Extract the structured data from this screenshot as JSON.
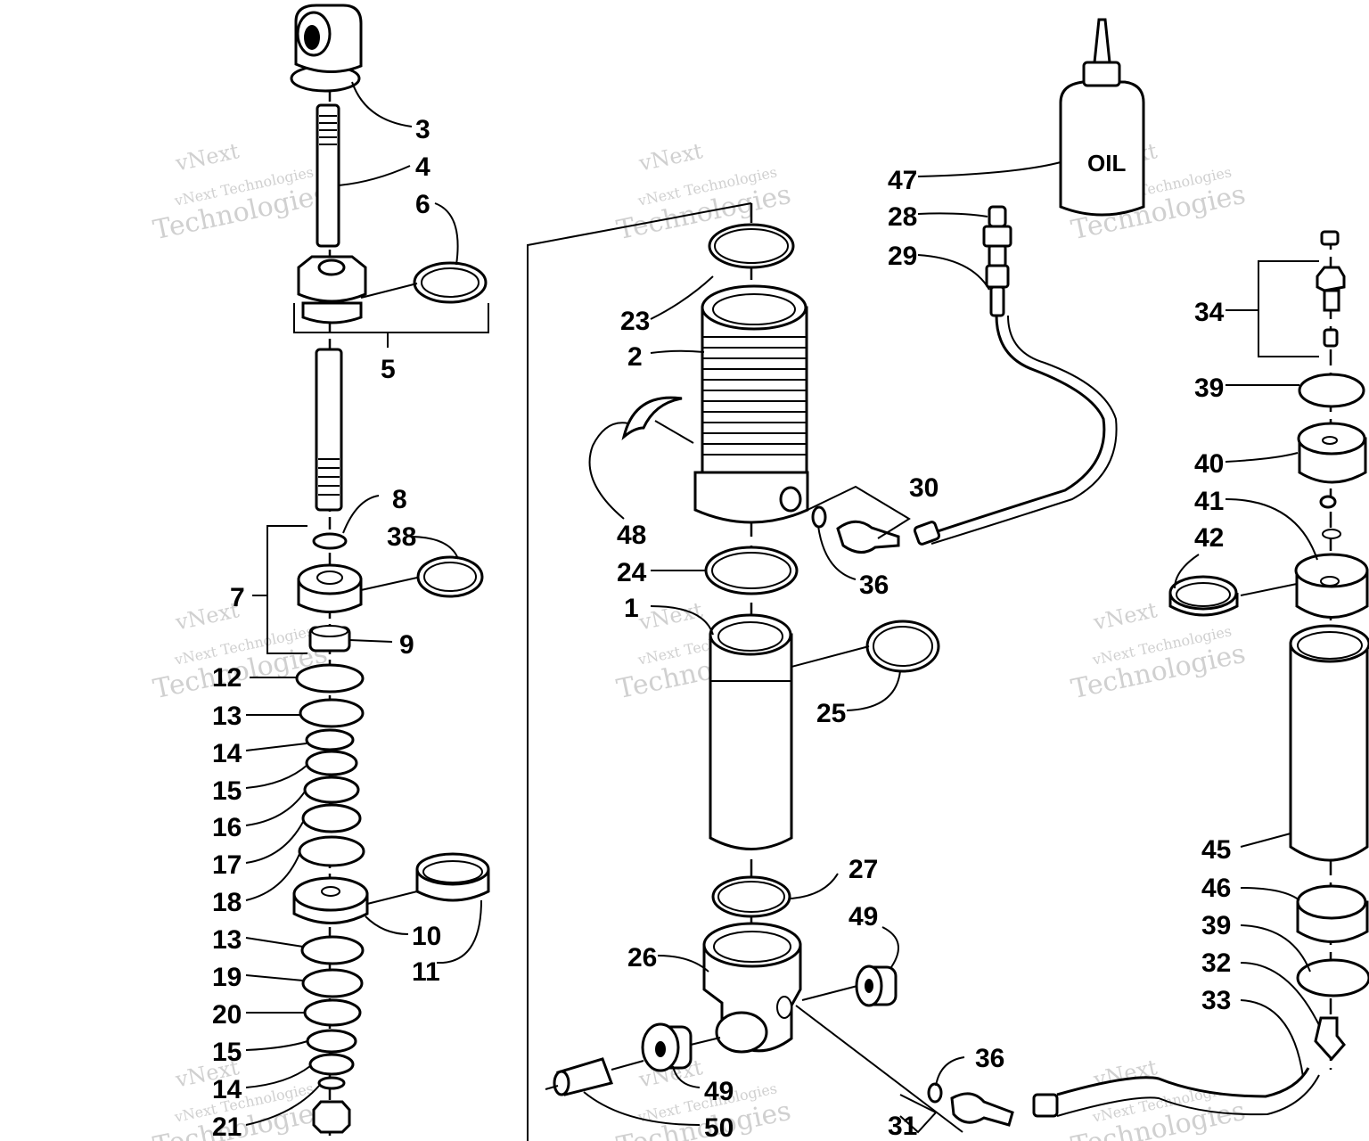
{
  "diagram": {
    "label_oil": "OIL",
    "callouts": [
      {
        "id": "c3",
        "text": "3"
      },
      {
        "id": "c4",
        "text": "4"
      },
      {
        "id": "c6",
        "text": "6"
      },
      {
        "id": "c5",
        "text": "5"
      },
      {
        "id": "c8",
        "text": "8"
      },
      {
        "id": "c38",
        "text": "38"
      },
      {
        "id": "c7",
        "text": "7"
      },
      {
        "id": "c9",
        "text": "9"
      },
      {
        "id": "c12",
        "text": "12"
      },
      {
        "id": "c13a",
        "text": "13"
      },
      {
        "id": "c14a",
        "text": "14"
      },
      {
        "id": "c15a",
        "text": "15"
      },
      {
        "id": "c16",
        "text": "16"
      },
      {
        "id": "c17",
        "text": "17"
      },
      {
        "id": "c18",
        "text": "18"
      },
      {
        "id": "c10",
        "text": "10"
      },
      {
        "id": "c11",
        "text": "11"
      },
      {
        "id": "c13b",
        "text": "13"
      },
      {
        "id": "c19",
        "text": "19"
      },
      {
        "id": "c20",
        "text": "20"
      },
      {
        "id": "c15b",
        "text": "15"
      },
      {
        "id": "c14b",
        "text": "14"
      },
      {
        "id": "c21",
        "text": "21"
      },
      {
        "id": "c23",
        "text": "23"
      },
      {
        "id": "c2",
        "text": "2"
      },
      {
        "id": "c48",
        "text": "48"
      },
      {
        "id": "c24",
        "text": "24"
      },
      {
        "id": "c1",
        "text": "1"
      },
      {
        "id": "c25",
        "text": "25"
      },
      {
        "id": "c27",
        "text": "27"
      },
      {
        "id": "c26",
        "text": "26"
      },
      {
        "id": "c49a",
        "text": "49"
      },
      {
        "id": "c49b",
        "text": "49"
      },
      {
        "id": "c50",
        "text": "50"
      },
      {
        "id": "c47",
        "text": "47"
      },
      {
        "id": "c28",
        "text": "28"
      },
      {
        "id": "c29",
        "text": "29"
      },
      {
        "id": "c30",
        "text": "30"
      },
      {
        "id": "c36a",
        "text": "36"
      },
      {
        "id": "c36b",
        "text": "36"
      },
      {
        "id": "c31",
        "text": "31"
      },
      {
        "id": "c34",
        "text": "34"
      },
      {
        "id": "c39a",
        "text": "39"
      },
      {
        "id": "c40",
        "text": "40"
      },
      {
        "id": "c41",
        "text": "41"
      },
      {
        "id": "c42",
        "text": "42"
      },
      {
        "id": "c45",
        "text": "45"
      },
      {
        "id": "c46",
        "text": "46"
      },
      {
        "id": "c39b",
        "text": "39"
      },
      {
        "id": "c32",
        "text": "32"
      },
      {
        "id": "c33",
        "text": "33"
      }
    ],
    "watermarks": [
      {
        "a": "vNext",
        "b": "vNext Technologies",
        "c": "Technologies"
      },
      {
        "a": "vNext",
        "b": "vNext Technologies",
        "c": "Technologies"
      },
      {
        "a": "vNext",
        "b": "vNext Technologies",
        "c": "Technologies"
      },
      {
        "a": "vNext",
        "b": "vNext Technologies",
        "c": "Technologies"
      },
      {
        "a": "vNext",
        "b": "vNext Technologies",
        "c": "Technologies"
      },
      {
        "a": "vNext",
        "b": "vNext Technologies",
        "c": "Technologies"
      },
      {
        "a": "vNext",
        "b": "vNext Technologies",
        "c": "Technologies"
      },
      {
        "a": "vNext",
        "b": "vNext Technologies",
        "c": "Technologies"
      },
      {
        "a": "vNext",
        "b": "vNext Technologies",
        "c": "Technologies"
      }
    ]
  }
}
